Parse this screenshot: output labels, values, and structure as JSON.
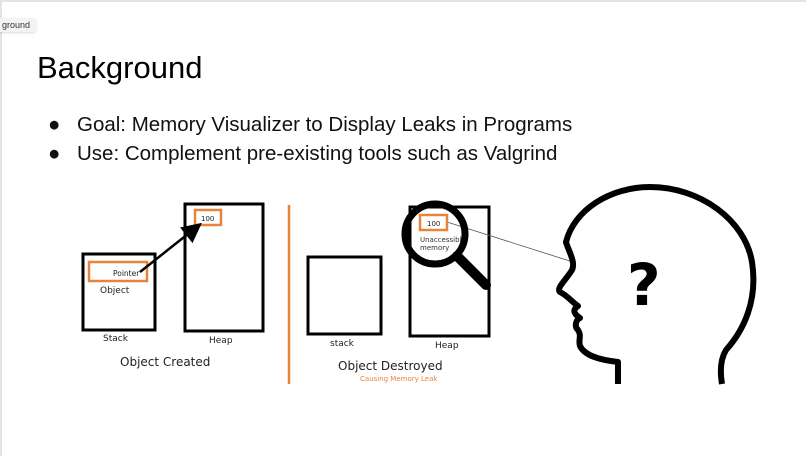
{
  "tab_label": "ground",
  "slide": {
    "title": "Background",
    "bullets": [
      "Goal: Memory Visualizer to Display Leaks in Programs",
      "Use: Complement pre-existing tools such as Valgrind"
    ],
    "diagram_left": {
      "pointer": "Pointer",
      "object": "Object",
      "stack": "Stack",
      "heap": "Heap",
      "value": "100",
      "caption": "Object Created"
    },
    "diagram_right": {
      "stack": "stack",
      "heap": "Heap",
      "value": "100",
      "unaccessible_1": "Unaccessible",
      "unaccessible_2": "memory",
      "caption": "Object Destroyed",
      "subcaption": "Causing Memory Leak"
    },
    "head_symbol": "?",
    "colors": {
      "accent": "#e8833a",
      "stroke": "#000000"
    }
  }
}
